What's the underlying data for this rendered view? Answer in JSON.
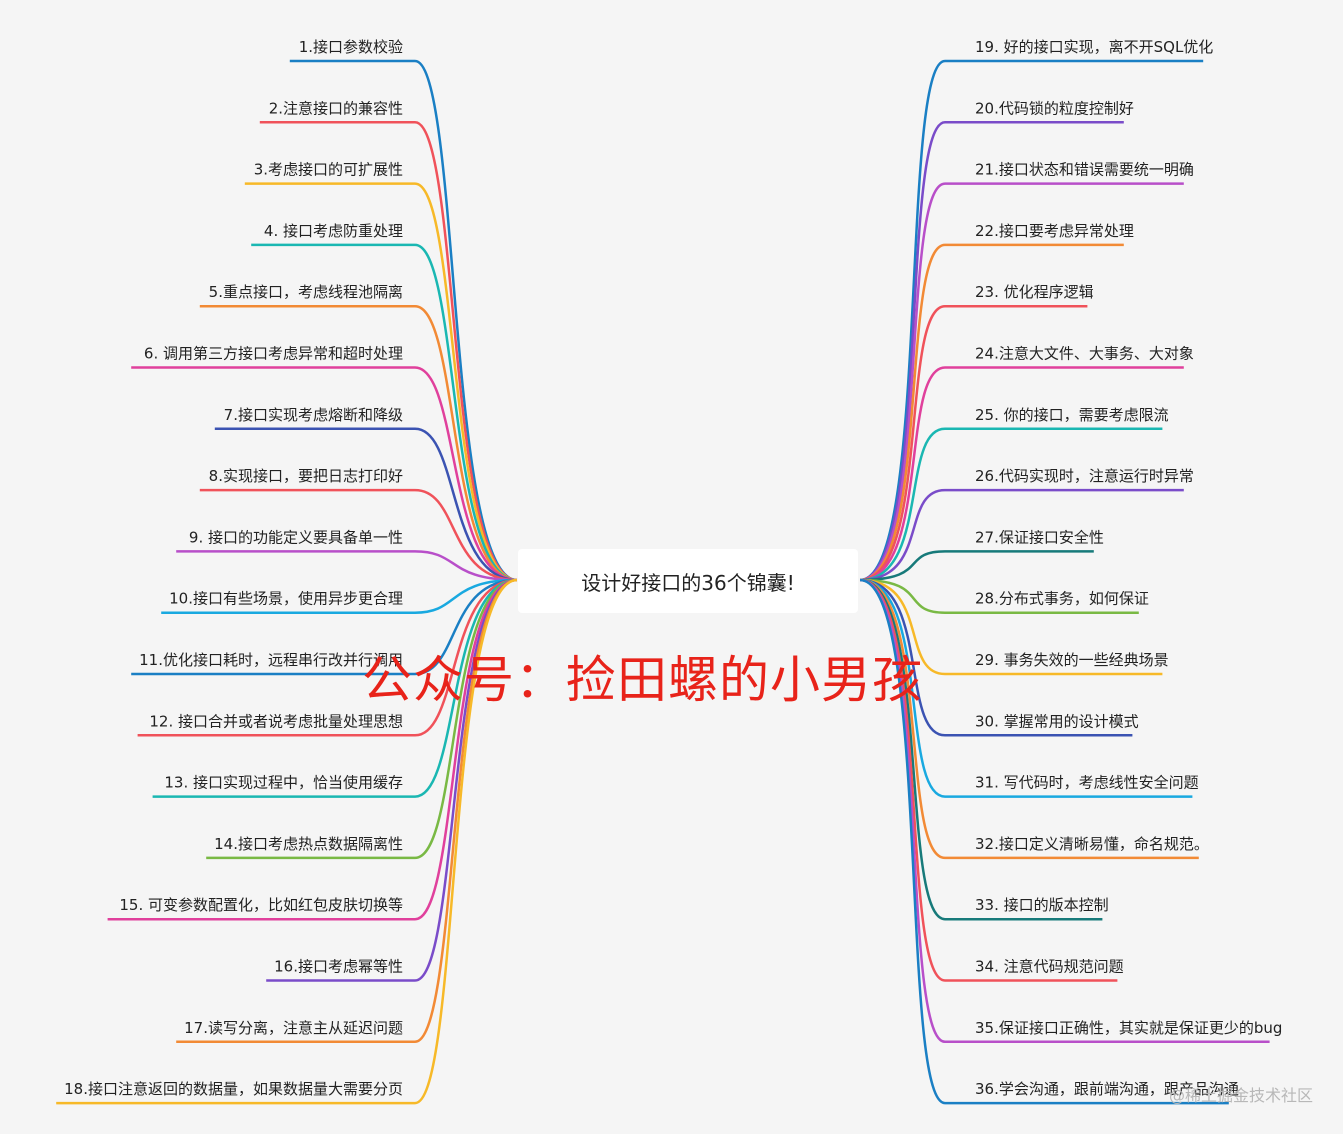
{
  "center": {
    "title": "设计好接口的36个锦囊!"
  },
  "watermark": "公众号：捡田螺的小男孩",
  "footer": "@稀土掘金技术社区",
  "left_items": [
    {
      "label": "1.接口参数校验",
      "color": "#1a7fc4"
    },
    {
      "label": "2.注意接口的兼容性",
      "color": "#f0525a"
    },
    {
      "label": "3.考虑接口的可扩展性",
      "color": "#f7b928"
    },
    {
      "label": "4. 接口考虑防重处理",
      "color": "#1ab7b2"
    },
    {
      "label": "5.重点接口，考虑线程池隔离",
      "color": "#f28a35"
    },
    {
      "label": "6. 调用第三方接口考虑异常和超时处理",
      "color": "#e0409c"
    },
    {
      "label": "7.接口实现考虑熔断和降级",
      "color": "#3b53b2"
    },
    {
      "label": "8.实现接口，要把日志打印好",
      "color": "#f0525a"
    },
    {
      "label": "9. 接口的功能定义要具备单一性",
      "color": "#b84fc9"
    },
    {
      "label": "10.接口有些场景，使用异步更合理",
      "color": "#19a9e0"
    },
    {
      "label": "11.优化接口耗时，远程串行改并行调用",
      "color": "#1a7fc4"
    },
    {
      "label": "12. 接口合并或者说考虑批量处理思想",
      "color": "#f0525a"
    },
    {
      "label": "13. 接口实现过程中，恰当使用缓存",
      "color": "#1ab7b2"
    },
    {
      "label": "14.接口考虑热点数据隔离性",
      "color": "#79b944"
    },
    {
      "label": "15. 可变参数配置化，比如红包皮肤切换等",
      "color": "#e0409c"
    },
    {
      "label": "16.接口考虑幂等性",
      "color": "#7a4cc9"
    },
    {
      "label": "17.读写分离，注意主从延迟问题",
      "color": "#f28a35"
    },
    {
      "label": "18.接口注意返回的数据量，如果数据量大需要分页",
      "color": "#f7b928"
    }
  ],
  "right_items": [
    {
      "label": "19. 好的接口实现，离不开SQL优化",
      "color": "#1a7fc4"
    },
    {
      "label": "20.代码锁的粒度控制好",
      "color": "#7a4cc9"
    },
    {
      "label": "21.接口状态和错误需要统一明确",
      "color": "#b84fc9"
    },
    {
      "label": "22.接口要考虑异常处理",
      "color": "#f28a35"
    },
    {
      "label": "23. 优化程序逻辑",
      "color": "#f0525a"
    },
    {
      "label": "24.注意大文件、大事务、大对象",
      "color": "#e0409c"
    },
    {
      "label": "25. 你的接口，需要考虑限流",
      "color": "#1ab7b2"
    },
    {
      "label": "26.代码实现时，注意运行时异常",
      "color": "#7a4cc9"
    },
    {
      "label": "27.保证接口安全性",
      "color": "#177a7a"
    },
    {
      "label": "28.分布式事务，如何保证",
      "color": "#79b944"
    },
    {
      "label": "29. 事务失效的一些经典场景",
      "color": "#f7b928"
    },
    {
      "label": "30. 掌握常用的设计模式",
      "color": "#3b53b2"
    },
    {
      "label": "31. 写代码时，考虑线性安全问题",
      "color": "#19a9e0"
    },
    {
      "label": "32.接口定义清晰易懂，命名规范。",
      "color": "#f28a35"
    },
    {
      "label": "33. 接口的版本控制",
      "color": "#177a7a"
    },
    {
      "label": "34. 注意代码规范问题",
      "color": "#f0525a"
    },
    {
      "label": "35.保证接口正确性，其实就是保证更少的bug",
      "color": "#b84fc9"
    },
    {
      "label": "36.学会沟通，跟前端沟通，跟产品沟通",
      "color": "#1a7fc4"
    }
  ]
}
